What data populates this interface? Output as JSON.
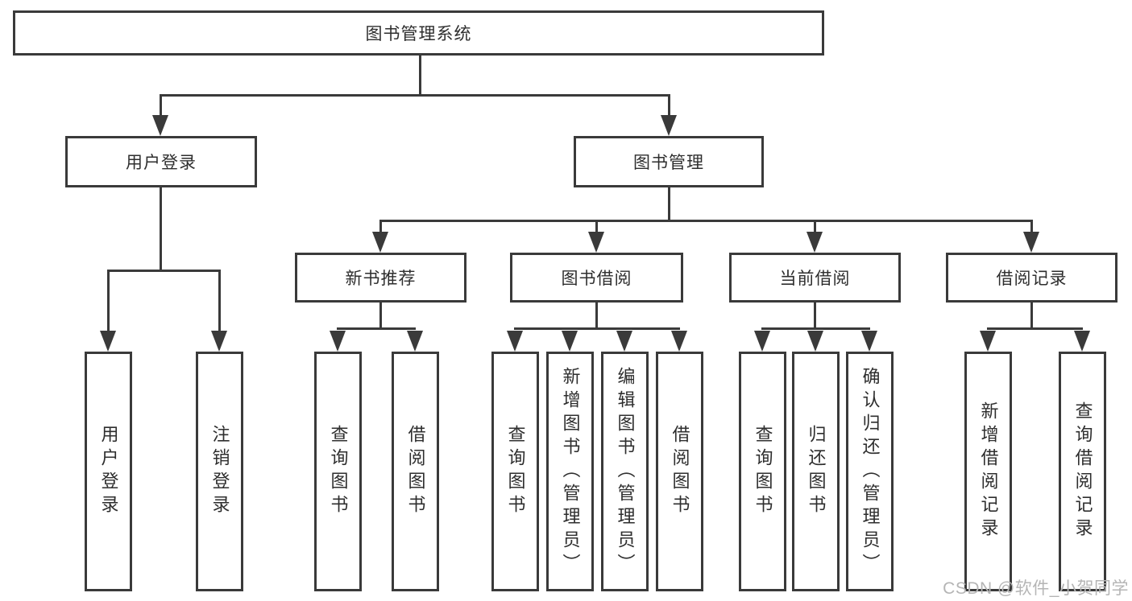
{
  "diagram": {
    "root": {
      "label": "图书管理系统"
    },
    "level2": [
      {
        "label": "用户登录"
      },
      {
        "label": "图书管理"
      }
    ],
    "level3": [
      {
        "label": "新书推荐"
      },
      {
        "label": "图书借阅"
      },
      {
        "label": "当前借阅"
      },
      {
        "label": "借阅记录"
      }
    ],
    "leaves": {
      "user_login": [
        "用户登录",
        "注销登录"
      ],
      "new_book": [
        "查询图书",
        "借阅图书"
      ],
      "book_borrow": [
        "查询图书",
        "新增图书（管理员）",
        "编辑图书（管理员）",
        "借阅图书"
      ],
      "current_borrow": [
        "查询图书",
        "归还图书",
        "确认归还（管理员）"
      ],
      "borrow_record": [
        "新增借阅记录",
        "查询借阅记录"
      ]
    },
    "watermark": "CSDN @软件_小贺同学",
    "colors": {
      "line": "#3a3a3a",
      "text": "#2e2e2e",
      "watermark": "#b5b5b5",
      "background": "#ffffff"
    }
  }
}
